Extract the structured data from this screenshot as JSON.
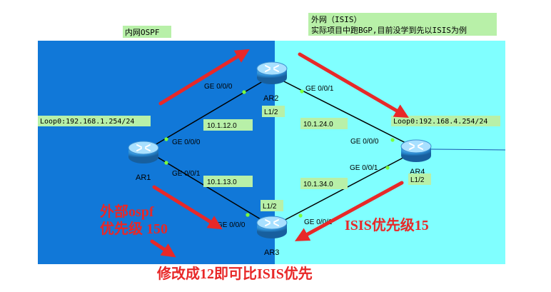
{
  "zones": {
    "internal_label": "内网OSPF",
    "external_label_line1": "外网（ISIS）",
    "external_label_line2": "实际项目中跑BGP,目前没学到先以ISIS为例",
    "internal_color": "#1178d8",
    "external_color": "#80ffff",
    "label_bg_color": "#b8f0a8"
  },
  "routers": [
    {
      "id": "ar1",
      "name": "AR1"
    },
    {
      "id": "ar2",
      "name": "AR2"
    },
    {
      "id": "ar3",
      "name": "AR3"
    },
    {
      "id": "ar4",
      "name": "AR4"
    }
  ],
  "loopbacks": {
    "ar1": "Loop0:192.168.1.254/24",
    "ar4": "Loop0:192.168.4.254/24"
  },
  "interfaces": {
    "ar2_g000": "GE 0/0/0",
    "ar2_g001": "GE 0/0/1",
    "ar1_g000": "GE 0/0/0",
    "ar1_g001": "GE 0/0/1",
    "ar4_g000": "GE 0/0/0",
    "ar4_g001": "GE 0/0/1",
    "ar3_g000": "GE 0/0/0",
    "ar3_g001": "GE 0/0/1"
  },
  "subnets": {
    "ar1_ar2": "10.1.12.0",
    "ar2_ar4": "10.1.24.0",
    "ar1_ar3": "10.1.13.0",
    "ar3_ar4": "10.1.34.0"
  },
  "levels": {
    "ar2": "L1/2",
    "ar3": "L1/2",
    "ar4": "L1/2"
  },
  "annotations": {
    "ospf_line1": "外部ospf",
    "ospf_line2": "优先级 150",
    "isis": "ISIS优先级15",
    "change": "修改成12即可比ISIS优先",
    "annotation_color": "#e82828"
  },
  "icon": {
    "router": "router-icon"
  }
}
